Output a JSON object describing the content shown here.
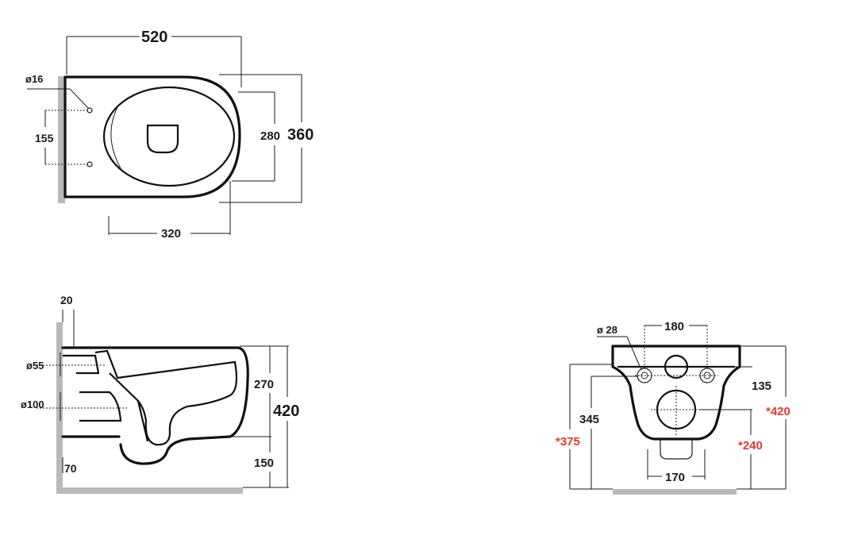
{
  "colors": {
    "line": "#111111",
    "wall": "#b9b9b9",
    "highlight": "#e03a2f"
  },
  "top_view": {
    "width": "520",
    "depth": "360",
    "seat_depth": "280",
    "hole_spacing": "155",
    "hole_diameter": "ø16",
    "bowl_length": "320"
  },
  "side_view": {
    "rim_offset": "20",
    "inlet_diameter": "ø55",
    "outlet_diameter": "ø100",
    "outlet_height": "70",
    "height_to_top": "270",
    "total_height": "420",
    "floor_clearance": "150"
  },
  "back_view": {
    "fixing_spacing": "180",
    "fixing_diameter": "ø 28",
    "inlet_offset": "135",
    "outlet_height": "345",
    "outlet_width": "170",
    "alt_outlet_height": "*375",
    "alt_total_height": "*420",
    "alt_outlet_offset": "*240"
  }
}
